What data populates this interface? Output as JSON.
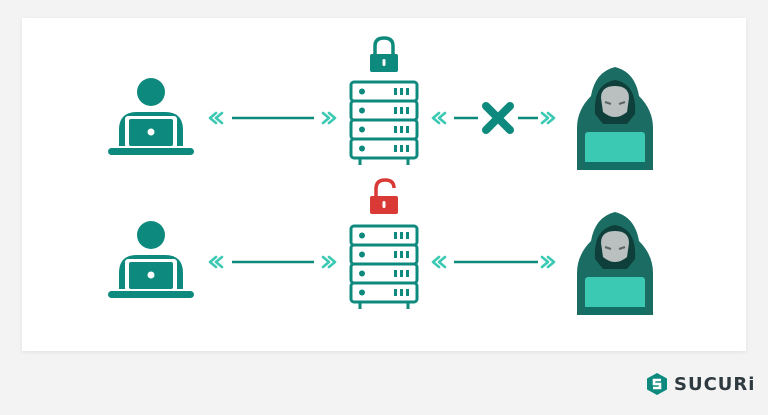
{
  "brand": {
    "name": "SUCURi"
  },
  "colors": {
    "teal": "#0d8a7d",
    "dark_teal": "#136f66",
    "hood_teal": "#1b6d64",
    "screen_teal": "#3cc9b3",
    "red": "#d93a36",
    "face_gray": "#b9c0bf"
  },
  "rows": [
    {
      "id": "protected",
      "lock": "locked-padlock-icon",
      "connection": "blocked"
    },
    {
      "id": "unprotected",
      "lock": "unlocked-padlock-icon",
      "connection": "open"
    }
  ]
}
